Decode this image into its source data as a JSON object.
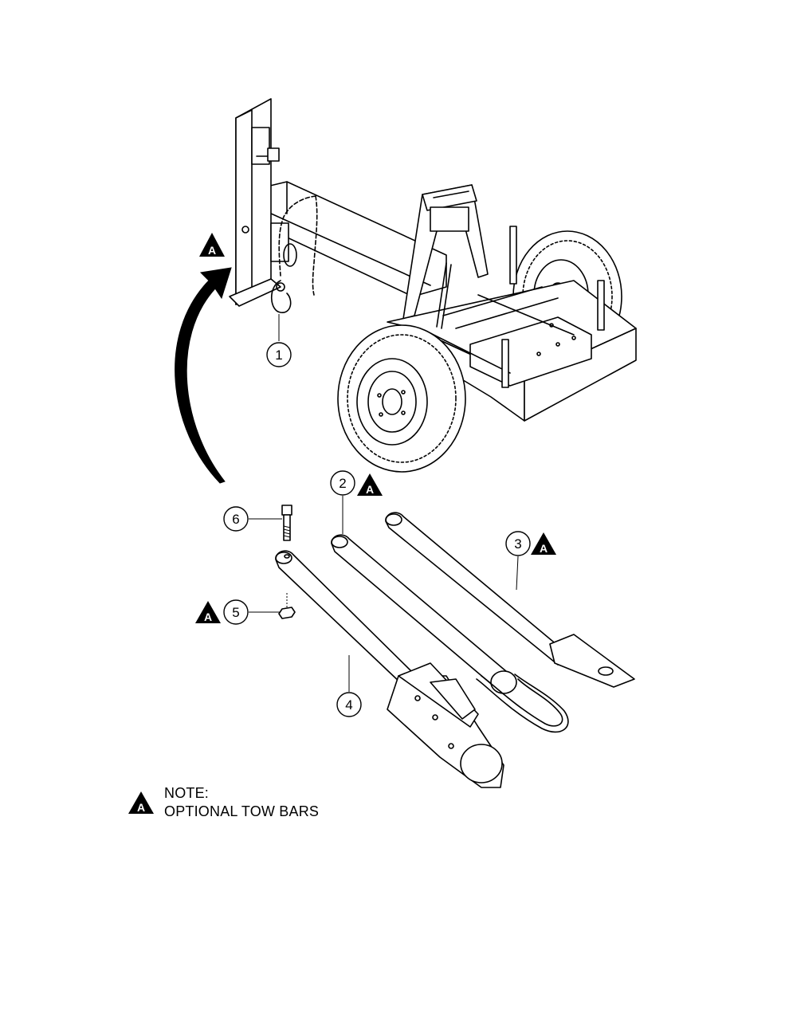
{
  "callouts": [
    {
      "id": "1",
      "label": "1",
      "part": "safety-chain-hook"
    },
    {
      "id": "2",
      "label": "2",
      "part": "tow-bar-loop"
    },
    {
      "id": "3",
      "label": "3",
      "part": "tow-bar-flat-end"
    },
    {
      "id": "4",
      "label": "4",
      "part": "tow-bar-coupler"
    },
    {
      "id": "5",
      "label": "5",
      "part": "nut"
    },
    {
      "id": "6",
      "label": "6",
      "part": "bolt"
    }
  ],
  "marker_letter": "A",
  "note": {
    "title": "NOTE:",
    "text": "OPTIONAL TOW BARS"
  },
  "colors": {
    "line": "#000000",
    "background": "#ffffff",
    "marker_fill": "#000000",
    "marker_text": "#ffffff"
  }
}
